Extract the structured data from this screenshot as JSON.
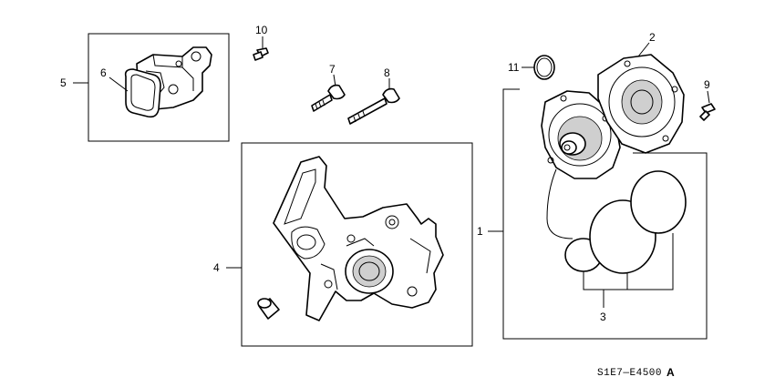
{
  "callouts": {
    "c1": "1",
    "c2": "2",
    "c3": "3",
    "c4": "4",
    "c5": "5",
    "c6": "6",
    "c7": "7",
    "c8": "8",
    "c9": "9",
    "c10": "10",
    "c11": "11"
  },
  "diagram_code": "S1E7—E4500",
  "diagram_code_suffix": "A"
}
